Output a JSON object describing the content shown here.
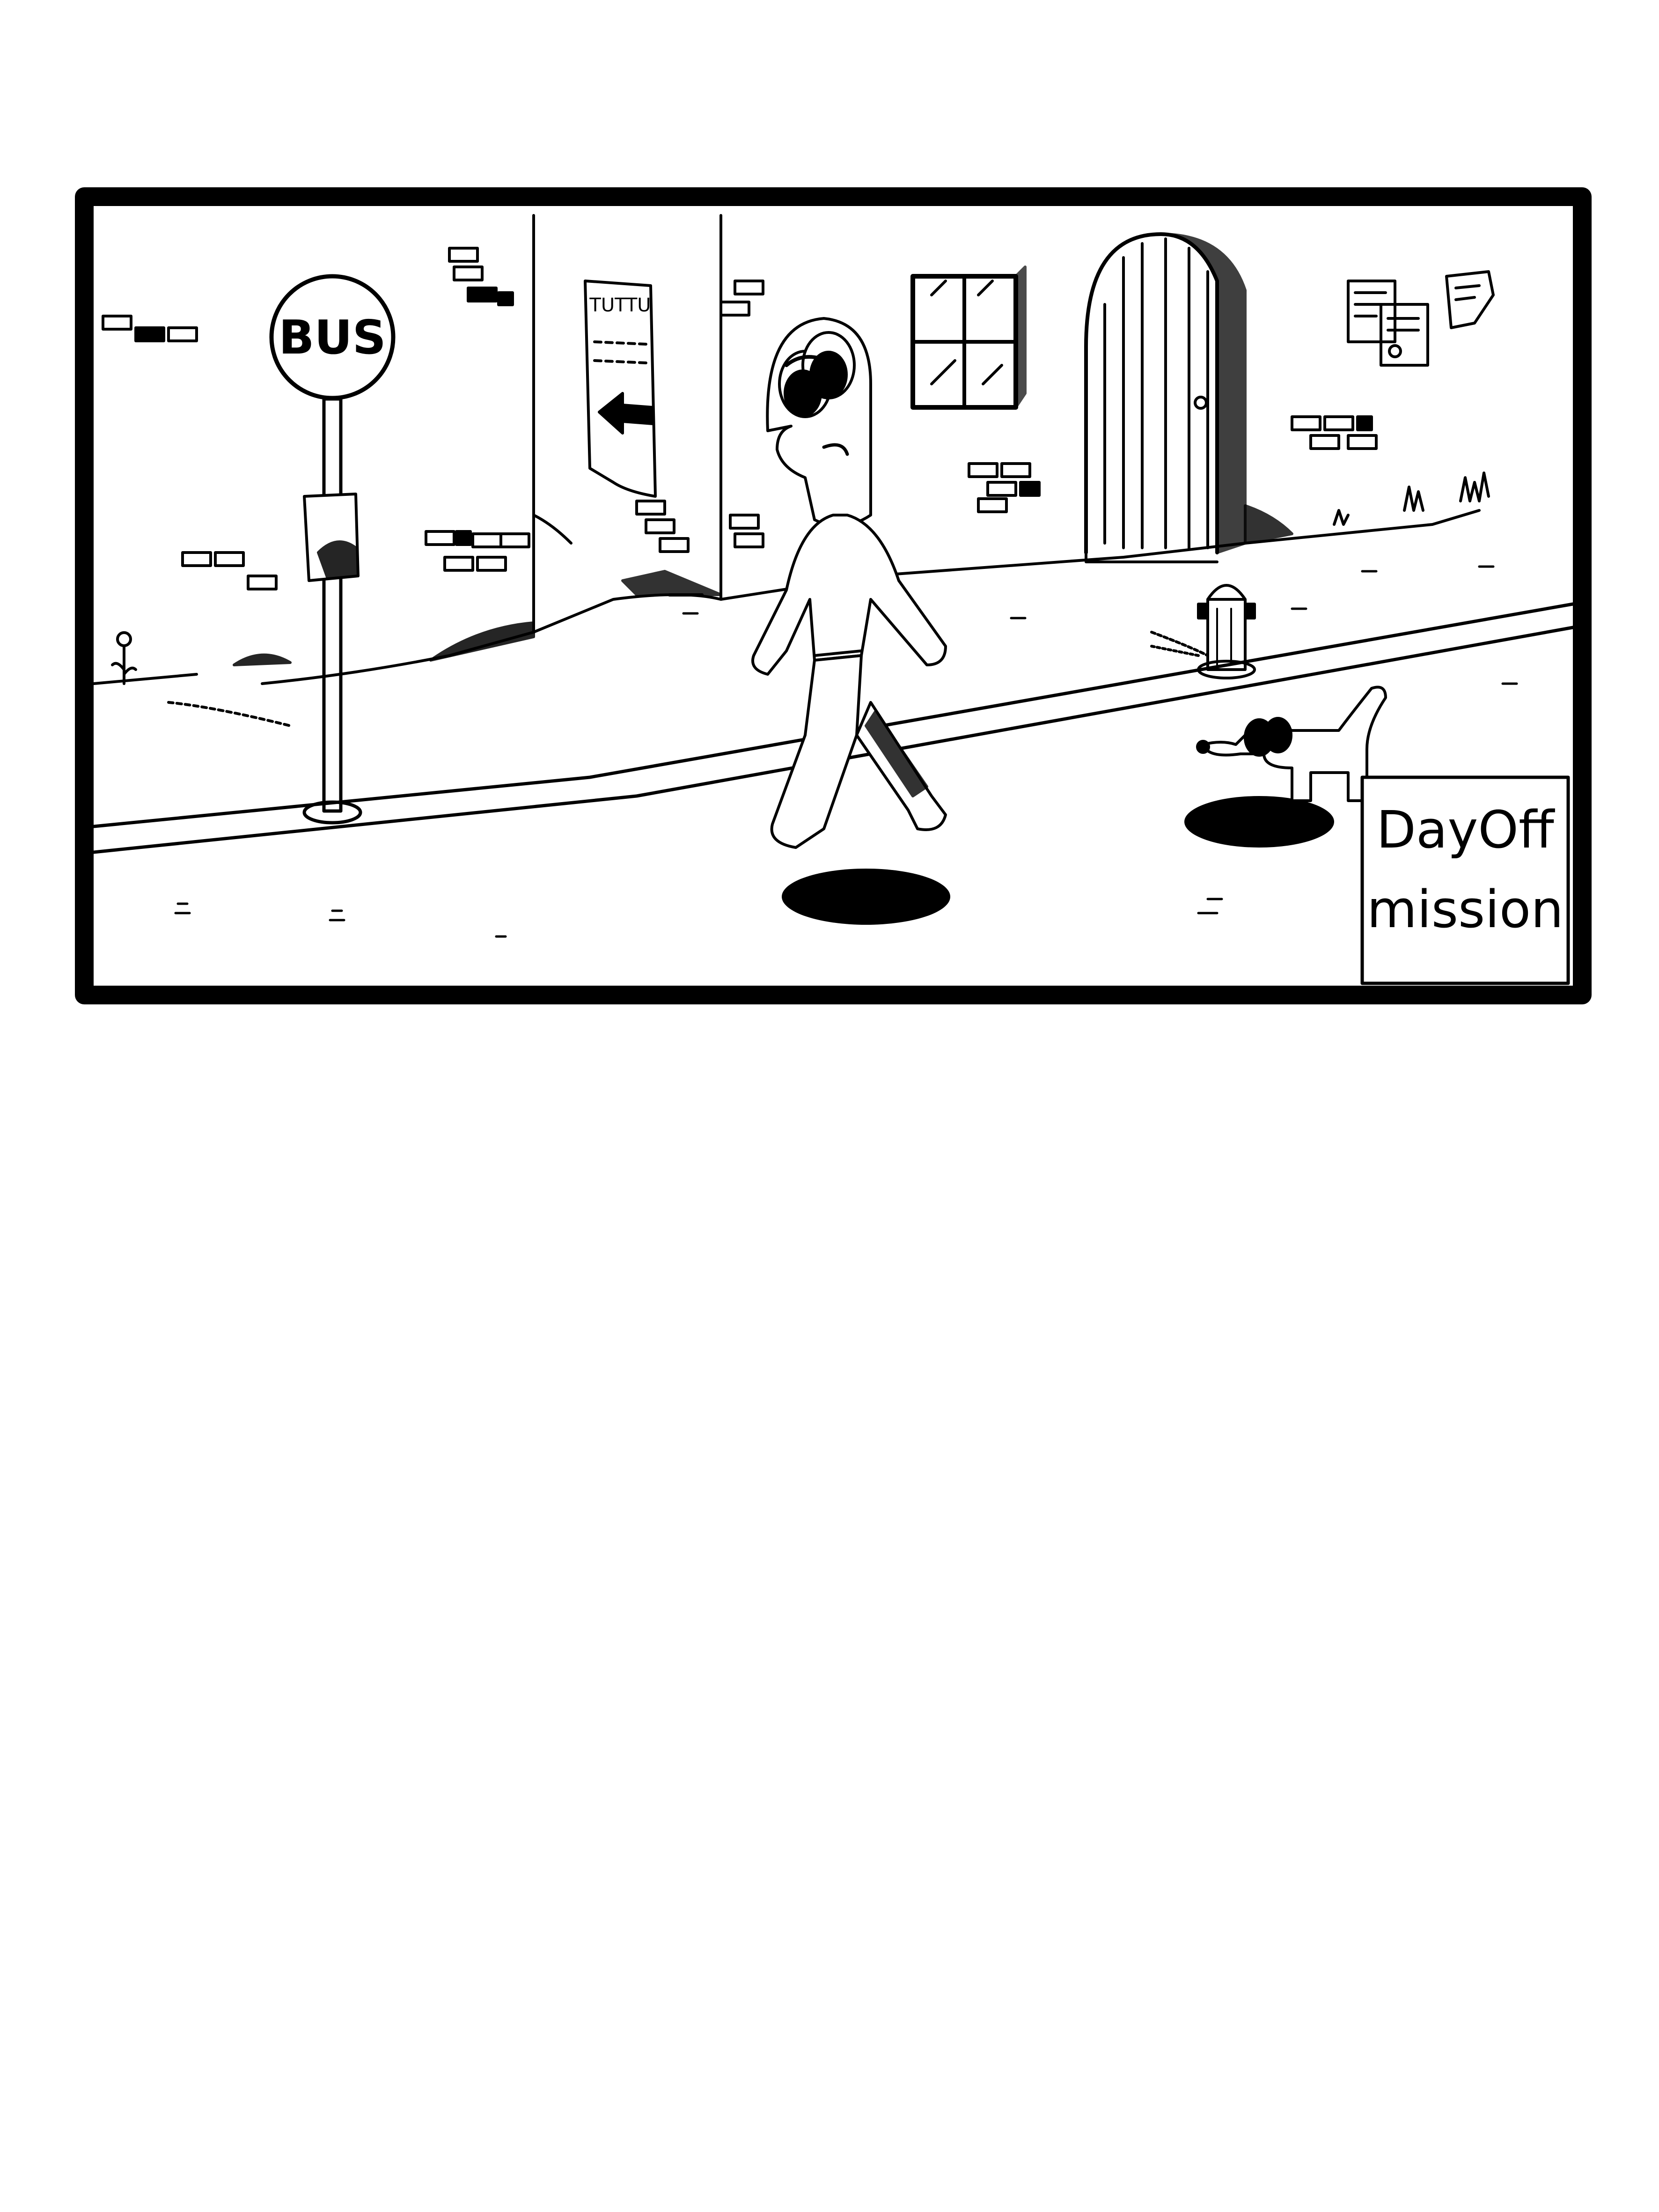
{
  "bus_sign": {
    "text": "BUS"
  },
  "poster": {
    "header": "TUTTU"
  },
  "signature": {
    "line1": "DayOff",
    "line2": "mission"
  },
  "colors": {
    "ink": "#000000",
    "paper": "#ffffff"
  }
}
